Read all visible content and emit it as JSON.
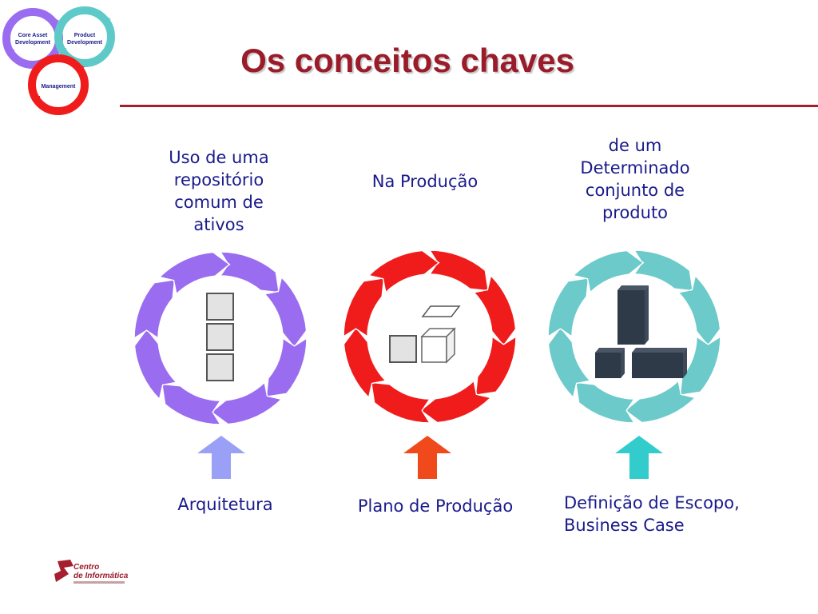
{
  "slide": {
    "title": "Os conceitos chaves",
    "accent_color": "#9a1c2a",
    "text_color": "#1a1a8c"
  },
  "mini_diagram": {
    "circles": [
      {
        "label_line1": "Core Asset",
        "label_line2": "Development",
        "color": "#9a6cf0"
      },
      {
        "label_line1": "Product",
        "label_line2": "Development",
        "color": "#5ec9c9"
      },
      {
        "label_line1": "Management",
        "label_line2": "",
        "color": "#f01c1c"
      }
    ]
  },
  "columns": [
    {
      "top_label": [
        "Uso de uma",
        "repositório",
        "comum de",
        "ativos"
      ],
      "cycle_color": "#9a6cf0",
      "arrow_color": "#9aa0f5",
      "icon": "stacked-squares-icon",
      "bottom_label": [
        "Arquitetura"
      ]
    },
    {
      "top_label": [
        "Na Produção"
      ],
      "cycle_color": "#f01c1c",
      "arrow_color": "#f04a1c",
      "icon": "cube-build-icon",
      "bottom_label": [
        "Plano de Produção"
      ]
    },
    {
      "top_label": [
        "de um",
        "Determinado",
        "conjunto de",
        "produto"
      ],
      "cycle_color": "#6ccaca",
      "arrow_color": "#33cccc",
      "icon": "dark-blocks-icon",
      "bottom_label": [
        "Definição de Escopo,",
        "Business Case"
      ]
    }
  ],
  "logo": {
    "line1": "Centro",
    "line2": "de Informática"
  }
}
